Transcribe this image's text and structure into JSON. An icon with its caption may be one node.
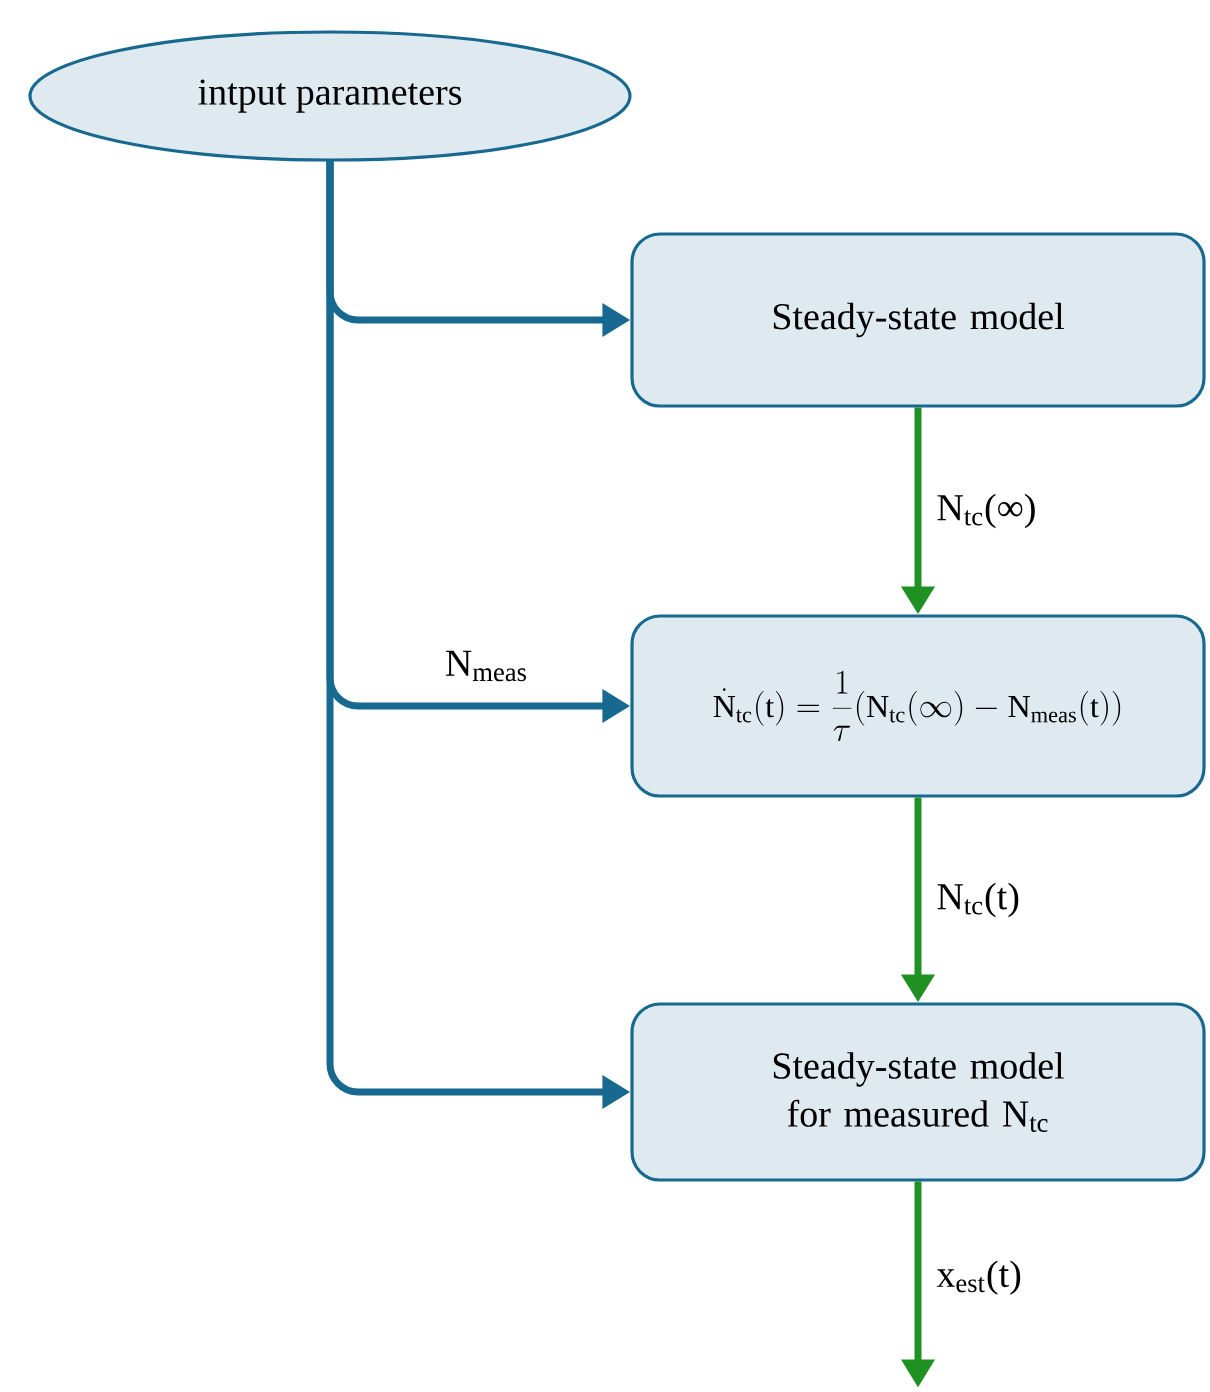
{
  "diagram": {
    "nodes": [
      {
        "text": [
          "intput parameters"
        ]
      },
      {
        "text": [
          "Steady-state model"
        ]
      },
      {
        "text": [
          "\\dot{\\mathrm{N}}_{\\mathrm{tc}}(\\mathrm{t}) = \\frac{1}{\\tau}(\\mathrm{N}_{\\mathrm{tc}}(\\infty) - \\mathrm{N}_{\\mathrm{meas}}(\\mathrm{t}))"
        ]
      },
      {
        "text": [
          "Steady-state model for measured N$_{tc}$"
        ]
      }
    ],
    "edges": [
      {
        "from": 0,
        "to": 1,
        "arrow": "to",
        "color": "#17698f"
      },
      {
        "from": 0,
        "to": 2,
        "arrow": "to",
        "label": "N$_{meas}$",
        "color": "#17698f"
      },
      {
        "from": 0,
        "to": 3,
        "arrow": "to",
        "color": "#17698f"
      },
      {
        "from": 1,
        "to": 2,
        "arrow": "to",
        "label": "N$_{tc}$(∞)",
        "color": "#1e9122"
      },
      {
        "from": 2,
        "to": 3,
        "arrow": "to",
        "label": "N$_{tc}$(t)",
        "color": "#1e9122"
      },
      {
        "from": 3,
        "to": null,
        "arrow": "to",
        "label": "x$_{est}$(t)",
        "color": "#1e9122"
      }
    ]
  }
}
